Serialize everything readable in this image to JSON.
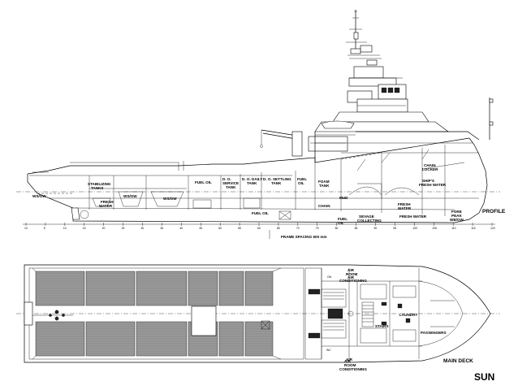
{
  "vessel_name": "SUN",
  "views": {
    "profile": "PROFILE",
    "main_deck": "MAIN DECK"
  },
  "frame_note": "FRAME SPACING 600 mm",
  "profile_labels": {
    "ws_ow_aft": "WS/OW",
    "stabilizing": "STABILIZING",
    "tanks": "TANKS",
    "fresh": "FRESH",
    "water": "WATER",
    "ws_ow_2": "WS/OW",
    "ws_ow_3": "WS/OW",
    "fuel_oil_1": "FUEL OIL",
    "d_o": "D. O.",
    "service": "SERVICE",
    "tank": "TANK",
    "d_o_daily": "D. O. DAILY",
    "tank_2": "TANK",
    "d_o_settling": "D. O. SETTLING",
    "tank_3": "TANK",
    "fuel": "FUEL",
    "oil": "OIL",
    "foam": "FOAM",
    "tank_4": "TANK",
    "mud": "MUD",
    "fuel_oil_2": "FUEL OIL",
    "chain_locker_1": "CHAIN",
    "chain_locker_2": "LOCKER",
    "ships_fw_1": "SHIP'S",
    "ships_fw_2": "FRESH WATER",
    "chain": "CHAIN",
    "fuel_oil_3": "FUEL",
    "fuel_oil_3b": "OIL",
    "sewage": "SEVAGE",
    "collecting": "COLLECTING",
    "fresh_water_2": "FRESH",
    "water_2": "WATER",
    "fresh_water_3": "FRESH WATER",
    "fore_peak_1": "FORE",
    "fore_peak_2": "PEAK",
    "fore_peak_3": "WB/OW"
  },
  "frame_numbers": [
    "10",
    "5",
    "10",
    "15",
    "20",
    "25",
    "30",
    "35",
    "40",
    "45",
    "50",
    "55",
    "60",
    "65",
    "70",
    "75",
    "80",
    "85",
    "90",
    "95",
    "100",
    "105",
    "110",
    "115",
    "120"
  ],
  "deck_labels": {
    "air_room_top_1": "AIR",
    "air_room_top_2": "ROOM",
    "air_cond_top": "AIR",
    "air_cond_top_2": "CONDITIONING",
    "laundry": "LAUNDRY",
    "stairs": "STAIRS",
    "passengers": "PASSENGERS",
    "air_room_bot_1": "AIR",
    "air_room_bot_2": "ROOM",
    "air_cond_bot": "AIR",
    "air_cond_bot_2": "CONDITIONING",
    "wc": "WC",
    "on": "ON"
  }
}
